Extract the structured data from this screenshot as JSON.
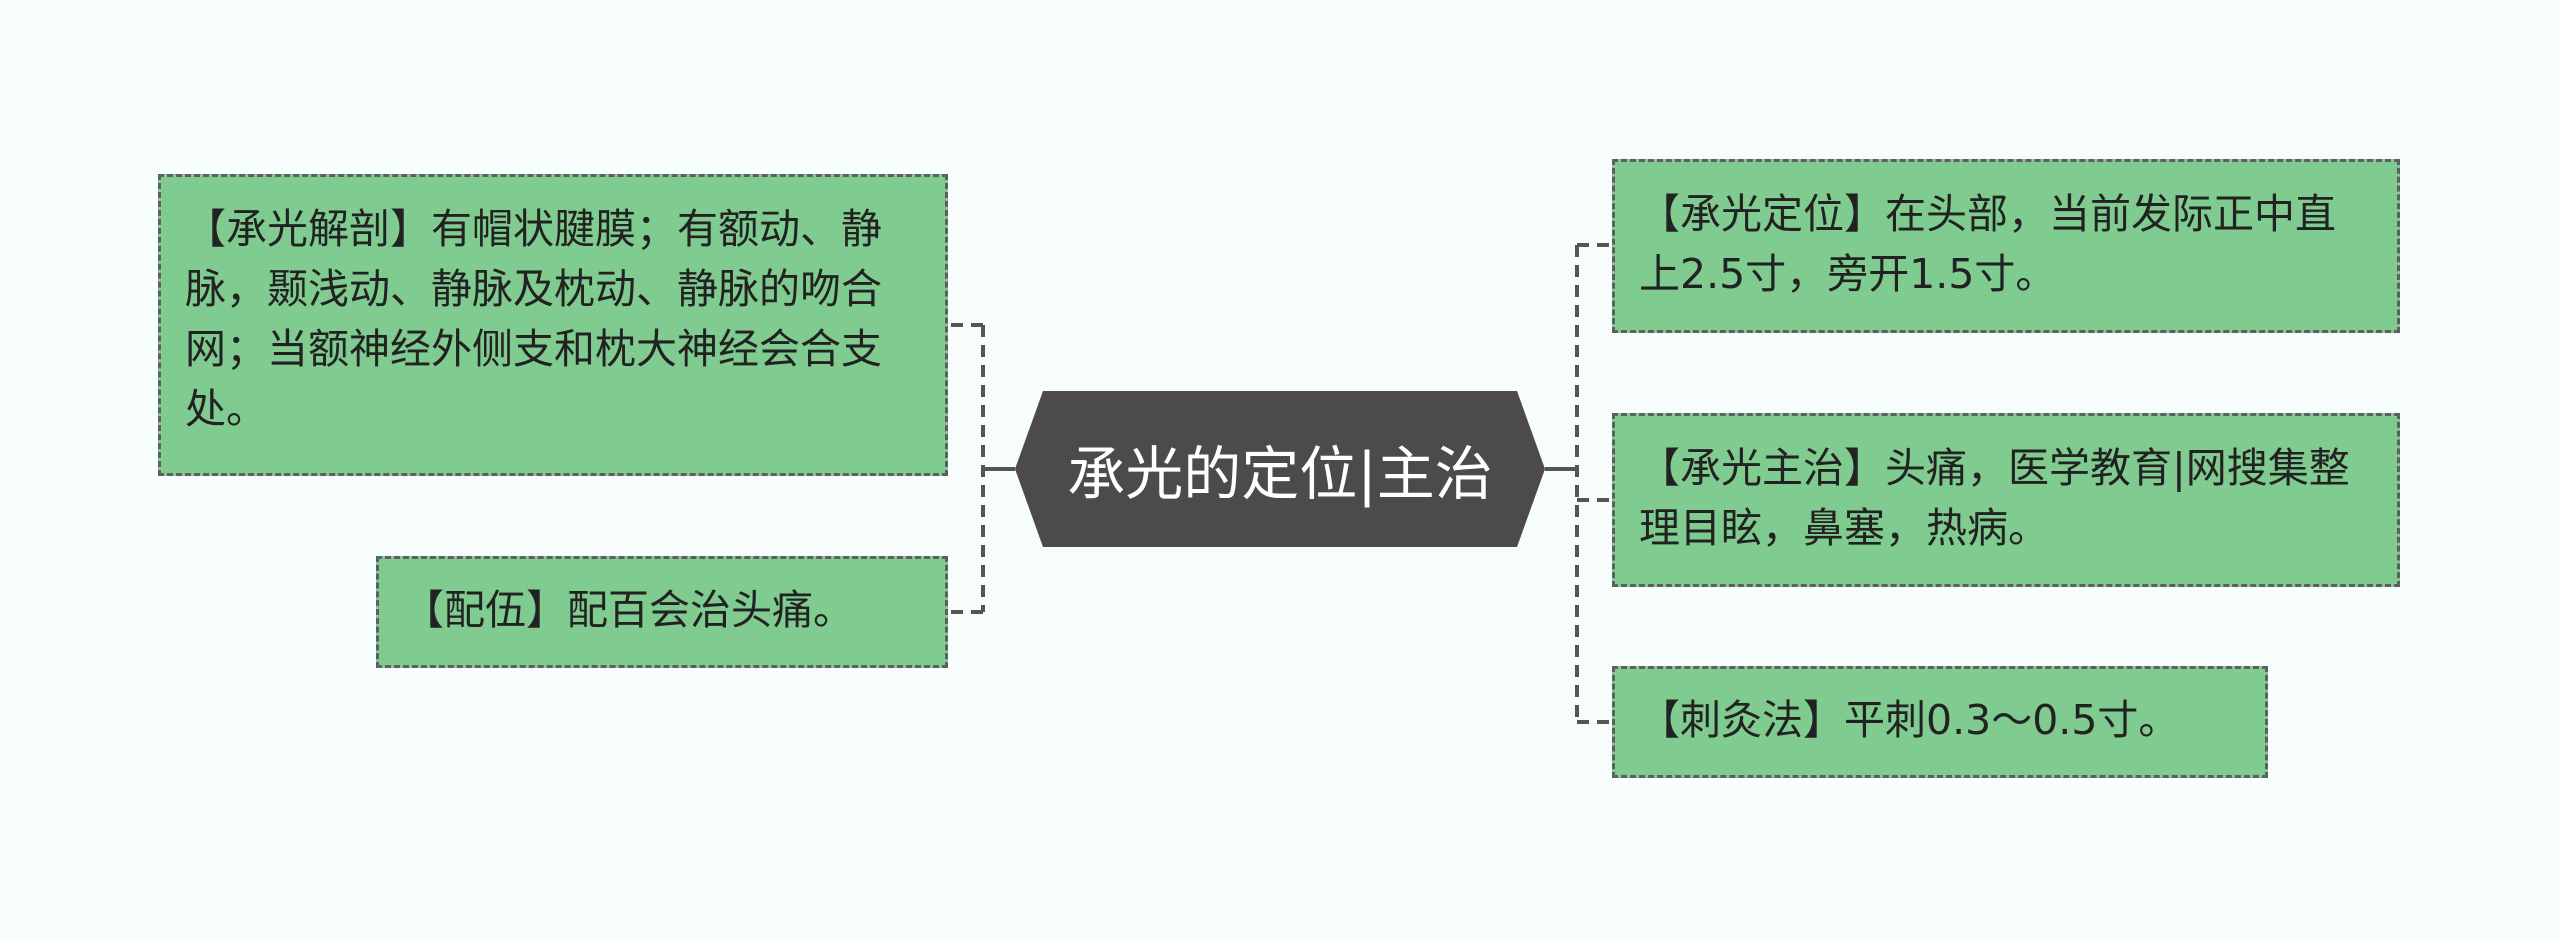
{
  "center": {
    "label": "承光的定位|主治"
  },
  "left_branches": [
    {
      "text": "【承光解剖】有帽状腱膜；有额动、静脉，颞浅动、静脉及枕动、静脉的吻合网；当额神经外侧支和枕大神经会合支处。"
    },
    {
      "text": "【配伍】配百会治头痛。"
    }
  ],
  "right_branches": [
    {
      "text": "【承光定位】在头部，当前发际正中直上2.5寸，旁开1.5寸。"
    },
    {
      "text": "【承光主治】头痛，医学教育|网搜集整理目眩，鼻塞，热病。"
    },
    {
      "text": "【刺灸法】平刺0.3～0.5寸。"
    }
  ],
  "colors": {
    "center_fill": "#4d4a4a",
    "node_fill": "#80cc90",
    "node_border": "#5f5f5f",
    "connector": "#555555",
    "background": "#f7fcfc"
  }
}
